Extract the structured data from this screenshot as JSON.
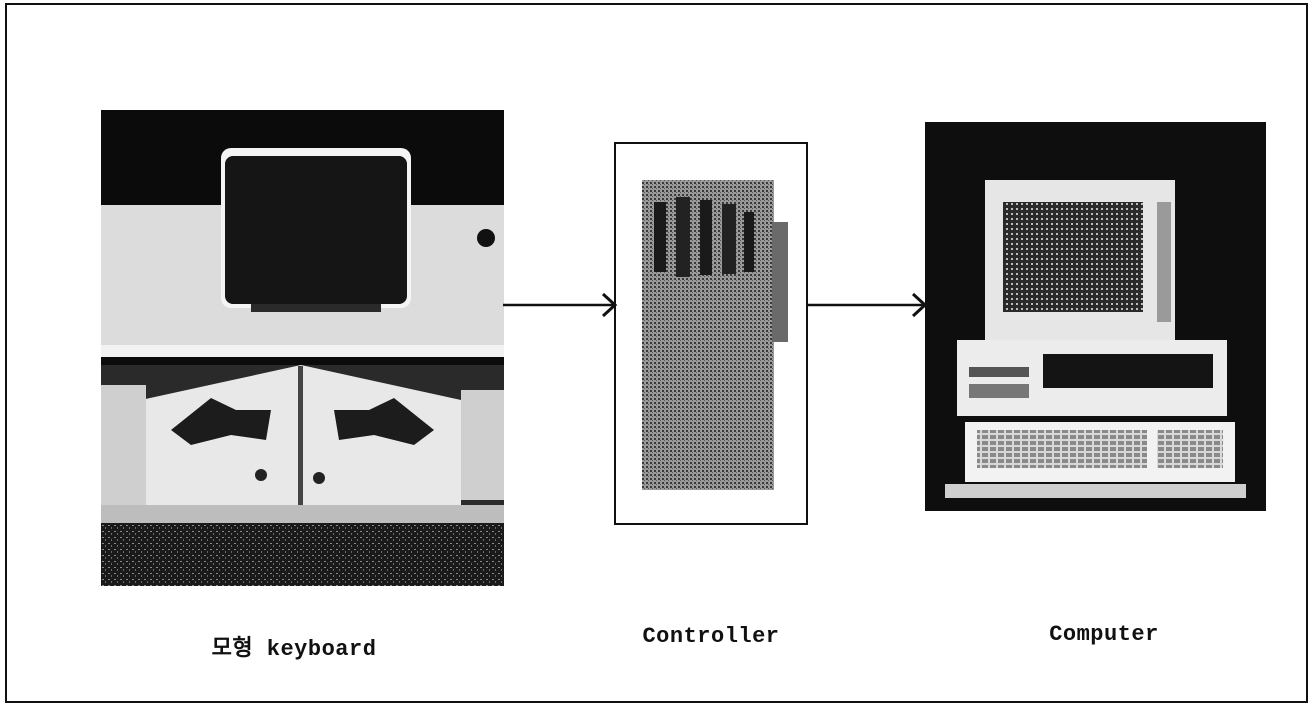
{
  "diagram": {
    "nodes": [
      {
        "id": "keyboard",
        "label": "모형 keyboard",
        "icon": "keyboard-mockup-photo"
      },
      {
        "id": "controller",
        "label": "Controller",
        "icon": "circuit-board-photo"
      },
      {
        "id": "computer",
        "label": "Computer",
        "icon": "personal-computer-photo"
      }
    ],
    "edges": [
      {
        "from": "keyboard",
        "to": "controller"
      },
      {
        "from": "controller",
        "to": "computer"
      }
    ]
  },
  "colors": {
    "ink": "#111111",
    "background": "#ffffff"
  }
}
